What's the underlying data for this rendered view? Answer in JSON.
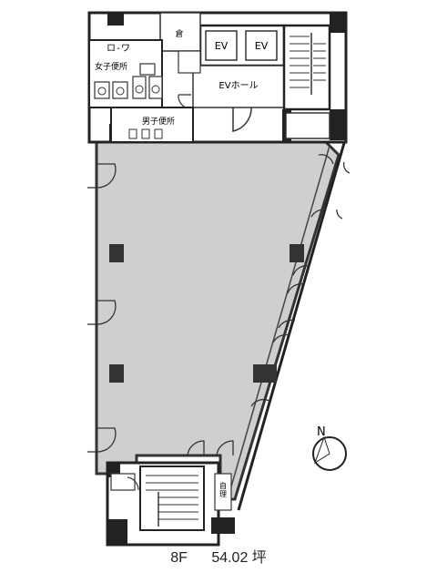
{
  "plan": {
    "ev_label_1": "EV",
    "ev_label_2": "EV",
    "ev_hall_label": "EVホール",
    "womens_restroom_label": "女子便所",
    "mens_restroom_label": "男子便所",
    "room_label_small": "倉",
    "room_label_bottom": "自\n理",
    "north_label": "N"
  },
  "caption": {
    "floor": "8F",
    "area": "54.02 坪"
  }
}
